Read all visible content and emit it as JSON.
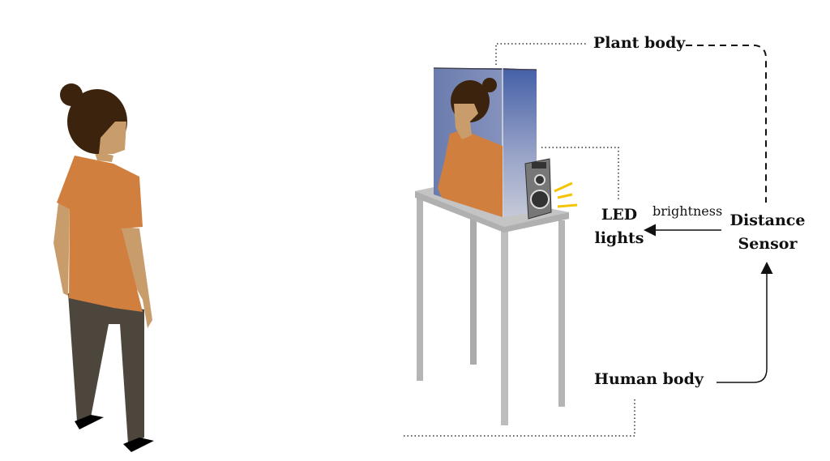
{
  "labels": {
    "plant_body": "Plant body",
    "led_line1": "LED",
    "led_line2": "lights",
    "brightness": "brightness",
    "sensor_line1": "Distance",
    "sensor_line2": "Sensor",
    "human_body": "Human body"
  },
  "colors": {
    "shirt": "#d17f3e",
    "skin": "#c99c6b",
    "hair": "#3b230d",
    "pants": "#4d463d",
    "table": "#b5b5b5",
    "glass": "#5f72a8",
    "flash": "#f4c400"
  }
}
